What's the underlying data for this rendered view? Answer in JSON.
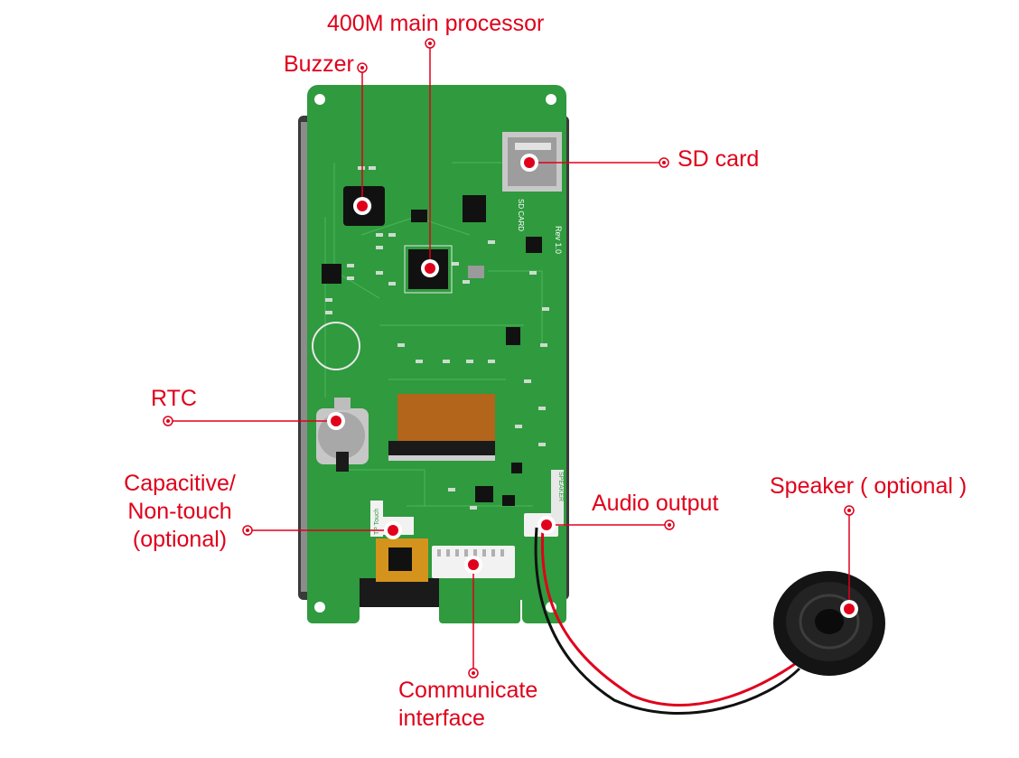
{
  "colors": {
    "accent": "#e0001b",
    "pcb_green": "#2f9a3e",
    "pcb_dark": "#1f7a2d",
    "frame": "#3a3a3a",
    "chip": "#111111",
    "ribbon": "#b3651b",
    "connector": "#f2f2f2",
    "speaker": "#141414"
  },
  "labels": {
    "processor": "400M main processor",
    "buzzer": "Buzzer",
    "sd_card": "SD card",
    "rtc": "RTC",
    "touch_line1": "Capacitive/",
    "touch_line2": "Non-touch",
    "touch_line3": "(optional)",
    "audio_output": "Audio output",
    "speaker": "Speaker ( optional )",
    "comm_line1": "Communicate",
    "comm_line2": "interface"
  },
  "board_text": {
    "sd_card": "SD CARD",
    "rev": "Rev 1.0",
    "speaker": "SPEAKER",
    "ic_text": "TP Touch"
  }
}
